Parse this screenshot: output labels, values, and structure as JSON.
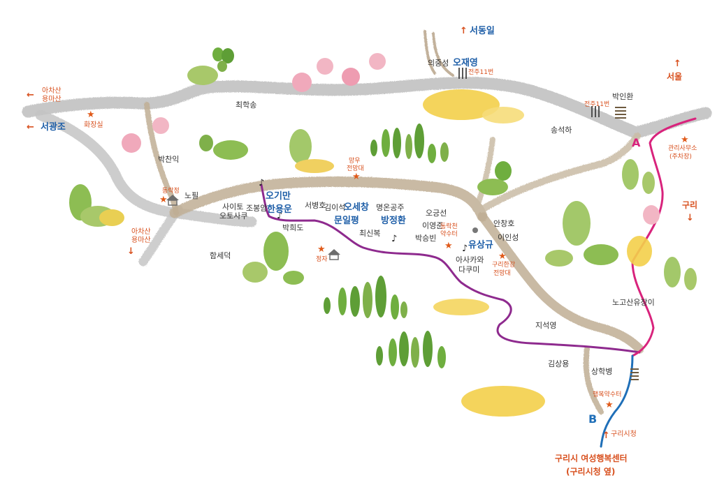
{
  "colors": {
    "road_gray": "#b9b9b9",
    "trail_brown": "#b7a48a",
    "route_purple": "#8e2a8e",
    "route_magenta": "#d8237c",
    "route_blue": "#1f6fb8",
    "tree_green": "#7fb04a",
    "blossom_pink": "#e9a0b0",
    "forsythia_yellow": "#f0c43a",
    "label_orange": "#d8501e",
    "label_blue": "#1f5fa8"
  },
  "directions": {
    "achasan_top": "아차산\n용마산",
    "seogwangjo": "서광조",
    "seodongil": "서동일",
    "seoul": "서울",
    "guri": "구리",
    "achasan_left": "아차산\n용마산",
    "guri_city_hall": "구리시청"
  },
  "route_points": {
    "A": "A",
    "B": "B"
  },
  "destination": {
    "line1": "구리시 여성행복센터",
    "line2": "(구리시청 옆)"
  },
  "graves": {
    "choi_hakseong": "최학송",
    "uijungseong": "의중성",
    "oh_jaeyoung": "오재영",
    "bak_chanik": "박찬익",
    "nopil": "노필",
    "sai_to": "사이토",
    "otosaku": "오토사쿠",
    "cho_bongam": "조봉암",
    "oh_giman": "오기만",
    "han_yongun": "한용운",
    "bak_huido": "박희도",
    "ham_sedeok": "함세덕",
    "seo_byeongho": "서병호",
    "kim_iseok": "김이석",
    "oh_sechang": "오세창",
    "mun_ilpyeong": "문일평",
    "myeongon_gongju": "명온공주",
    "bang_jeonghwan": "방정환",
    "choe_sinbok": "최신복",
    "oh_geungseon": "오긍선",
    "lee_yeongjun": "이영준",
    "bak_seungbin": "박승빈",
    "yu_sanggyu": "유상규",
    "an_changho": "안창호",
    "lee_inseong": "이인성",
    "asakawa": "아사카와\n다쿠미",
    "song_seokha": "송석하",
    "bak_inhwan": "박인환",
    "ji_seokyeong": "지석영",
    "nogosan": "노고산유장이",
    "kim_sangyong": "김상용",
    "sang_hakbyeong": "상학병"
  },
  "spots": {
    "restroom": "화장실",
    "dongrakjeong": "동락정",
    "jeongja": "정자",
    "view_deck_mangwoo": "망우\n전망대",
    "dongrakcheon_spring": "동락천\n약수터",
    "guri_hangang_view": "구리한강\n전망대",
    "management_office": "관리사무소\n(주차장)",
    "haengbok_spring": "행복약수터",
    "bench_top": "전주11번",
    "bench_right": "전주11번"
  }
}
